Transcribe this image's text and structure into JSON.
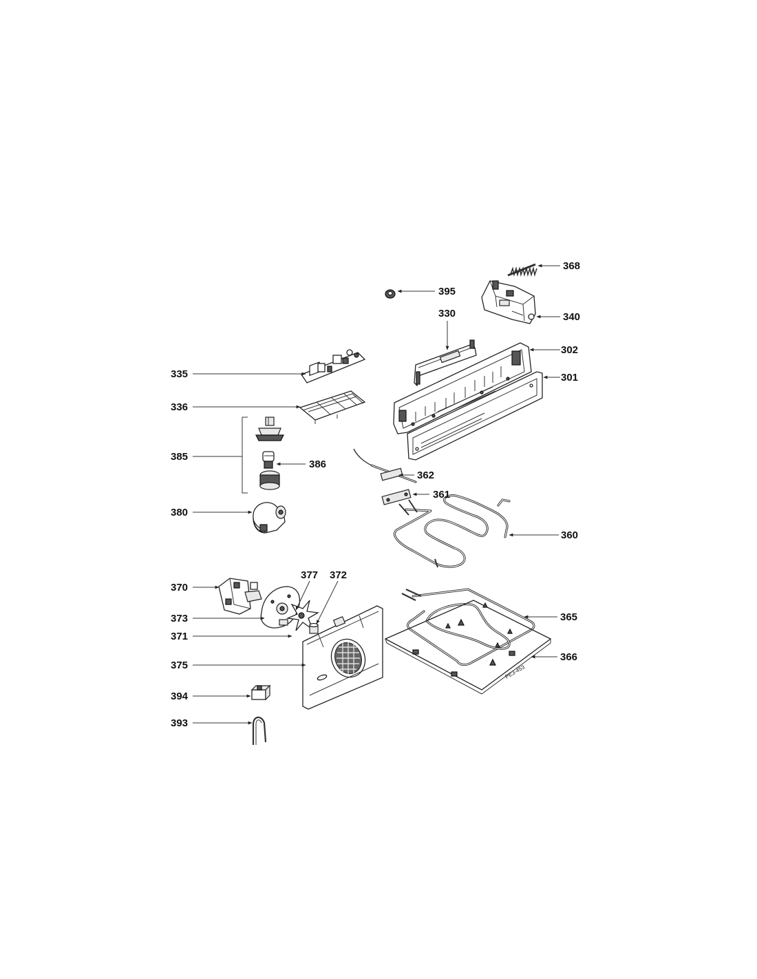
{
  "diagram": {
    "drawing_number": "PE3-453",
    "callouts": [
      {
        "id": "368",
        "label": "368"
      },
      {
        "id": "395",
        "label": "395"
      },
      {
        "id": "330",
        "label": "330"
      },
      {
        "id": "340",
        "label": "340"
      },
      {
        "id": "302",
        "label": "302"
      },
      {
        "id": "301",
        "label": "301"
      },
      {
        "id": "335",
        "label": "335"
      },
      {
        "id": "336",
        "label": "336"
      },
      {
        "id": "385",
        "label": "385"
      },
      {
        "id": "386",
        "label": "386"
      },
      {
        "id": "362",
        "label": "362"
      },
      {
        "id": "361",
        "label": "361"
      },
      {
        "id": "380",
        "label": "380"
      },
      {
        "id": "360",
        "label": "360"
      },
      {
        "id": "377",
        "label": "377"
      },
      {
        "id": "372",
        "label": "372"
      },
      {
        "id": "370",
        "label": "370"
      },
      {
        "id": "365",
        "label": "365"
      },
      {
        "id": "373",
        "label": "373"
      },
      {
        "id": "371",
        "label": "371"
      },
      {
        "id": "366",
        "label": "366"
      },
      {
        "id": "375",
        "label": "375"
      },
      {
        "id": "394",
        "label": "394"
      },
      {
        "id": "393",
        "label": "393"
      }
    ]
  }
}
